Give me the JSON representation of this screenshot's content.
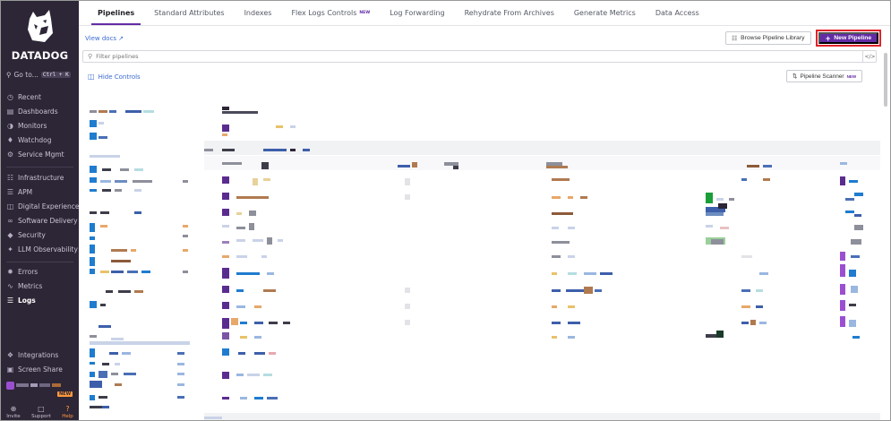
{
  "sidebar": {
    "brand": "DATADOG",
    "goto_label": "Go to...",
    "goto_shortcut": "Ctrl + K",
    "items": [
      {
        "label": "Recent",
        "icon": "clock-icon"
      },
      {
        "label": "Dashboards",
        "icon": "dashboard-icon"
      },
      {
        "label": "Monitors",
        "icon": "monitor-icon"
      },
      {
        "label": "Watchdog",
        "icon": "dog-icon"
      },
      {
        "label": "Service Mgmt",
        "icon": "gear-icon"
      },
      {
        "label": "Infrastructure",
        "icon": "infrastructure-icon"
      },
      {
        "label": "APM",
        "icon": "apm-icon"
      },
      {
        "label": "Digital Experience",
        "icon": "digital-experience-icon"
      },
      {
        "label": "Software Delivery",
        "icon": "software-delivery-icon"
      },
      {
        "label": "Security",
        "icon": "shield-icon"
      },
      {
        "label": "LLM Observability",
        "icon": "llm-icon"
      },
      {
        "label": "Errors",
        "icon": "bug-icon"
      },
      {
        "label": "Metrics",
        "icon": "metrics-icon"
      },
      {
        "label": "Logs",
        "icon": "logs-icon"
      },
      {
        "label": "Integrations",
        "icon": "puzzle-icon"
      },
      {
        "label": "Screen Share",
        "icon": "screen-share-icon"
      }
    ],
    "bottom": {
      "invite": "Invite",
      "support": "Support",
      "help": "Help",
      "new_badge": "NEW"
    }
  },
  "tabs": [
    {
      "label": "Pipelines",
      "active": true
    },
    {
      "label": "Standard Attributes"
    },
    {
      "label": "Indexes"
    },
    {
      "label": "Flex Logs Controls",
      "badge": "NEW"
    },
    {
      "label": "Log Forwarding"
    },
    {
      "label": "Rehydrate From Archives"
    },
    {
      "label": "Generate Metrics"
    },
    {
      "label": "Data Access"
    }
  ],
  "toolbar": {
    "view_docs": "View docs",
    "browse_library": "Browse Pipeline Library",
    "new_pipeline": "New Pipeline",
    "filter_placeholder": "Filter pipelines",
    "code_toggle": "</>",
    "hide_controls": "Hide Controls",
    "pipeline_scanner": "Pipeline Scanner",
    "pipeline_scanner_badge": "NEW"
  },
  "colors": {
    "sidebar_bg": "#2d2636",
    "accent": "#632ca6",
    "link": "#3c6bd1",
    "highlight_border": "#e0232b"
  }
}
